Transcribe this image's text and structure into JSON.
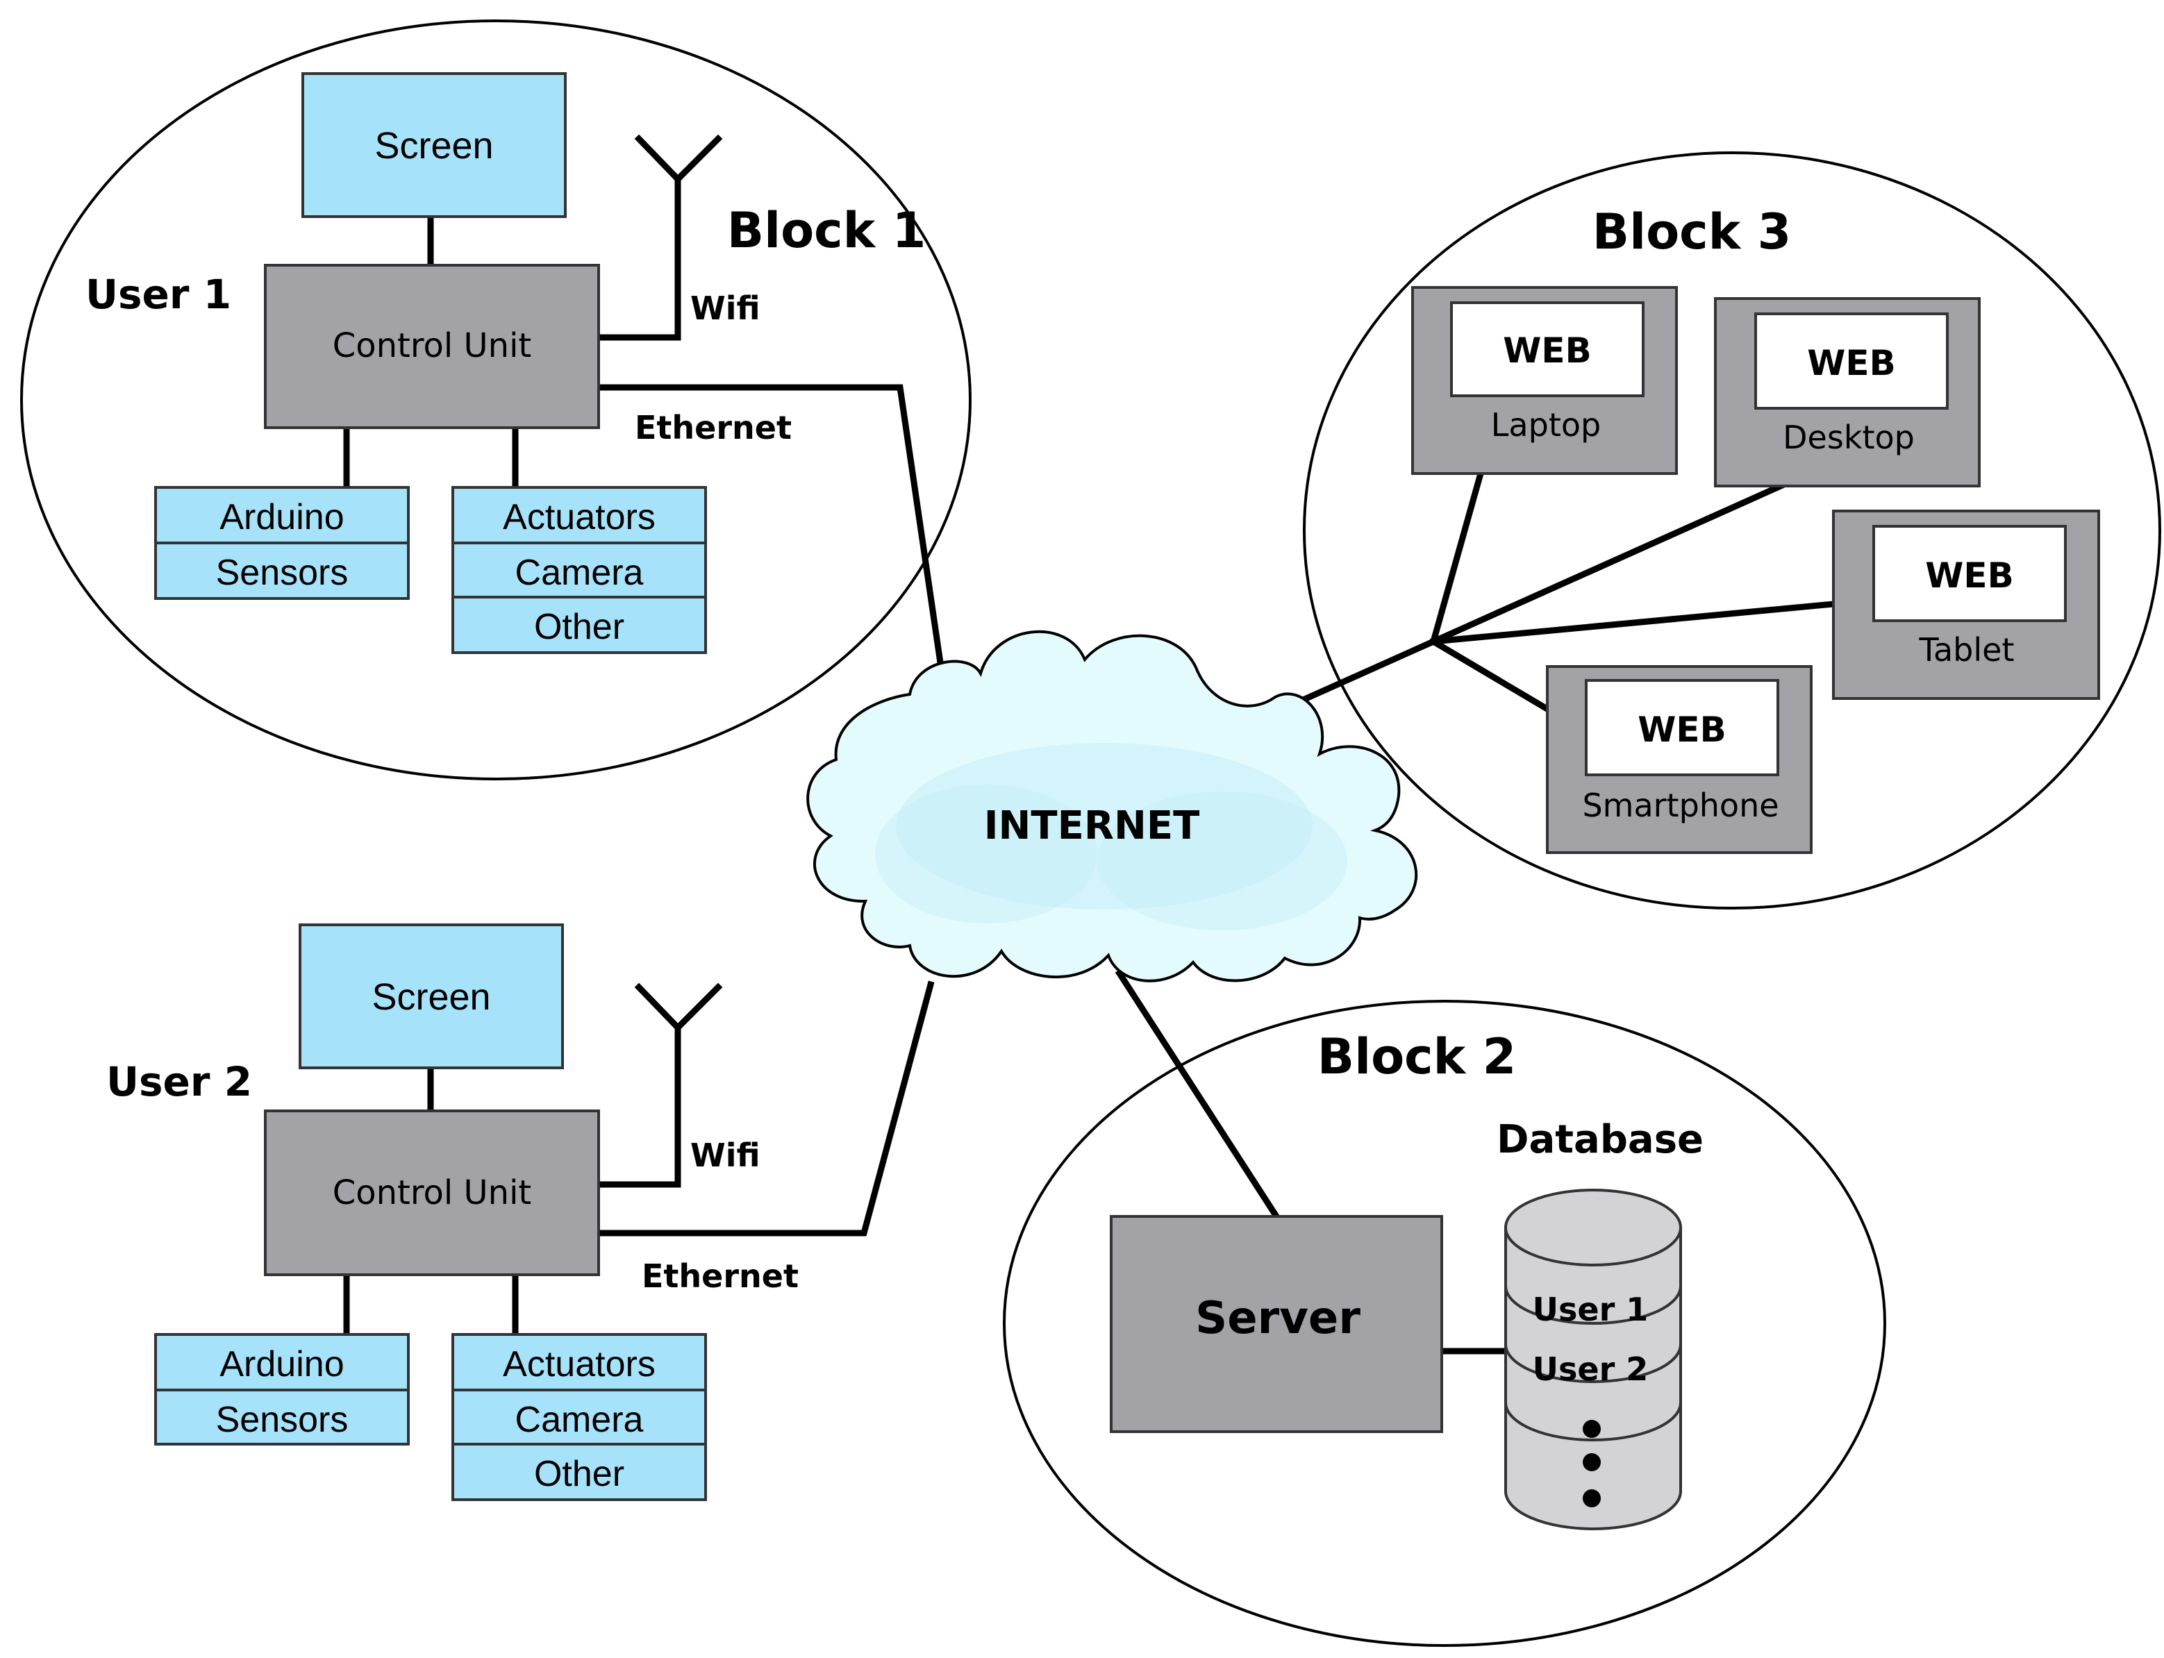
{
  "block1": {
    "title": "Block 1",
    "user": "User 1",
    "screen": "Screen",
    "control_unit": "Control Unit",
    "wifi": "Wifi",
    "ethernet": "Ethernet",
    "left_stack": [
      "Arduino",
      "Sensors"
    ],
    "right_stack": [
      "Actuators",
      "Camera",
      "Other"
    ]
  },
  "user2": {
    "user": "User 2",
    "screen": "Screen",
    "control_unit": "Control Unit",
    "wifi": "Wifi",
    "ethernet": "Ethernet",
    "left_stack": [
      "Arduino",
      "Sensors"
    ],
    "right_stack": [
      "Actuators",
      "Camera",
      "Other"
    ]
  },
  "internet": {
    "label": "INTERNET"
  },
  "block3": {
    "title": "Block 3",
    "devices": [
      {
        "web": "WEB",
        "name": "Laptop"
      },
      {
        "web": "WEB",
        "name": "Desktop"
      },
      {
        "web": "WEB",
        "name": "Tablet"
      },
      {
        "web": "WEB",
        "name": "Smartphone"
      }
    ]
  },
  "block2": {
    "title": "Block 2",
    "server": "Server",
    "database": "Database",
    "db_rows": [
      "User 1",
      "User 2"
    ]
  },
  "colors": {
    "component_blue": "#a6e3fb",
    "device_gray": "#a3a2a7",
    "cloud_fill": "#e4fbfd",
    "cloud_inner": "#c4eef8"
  }
}
